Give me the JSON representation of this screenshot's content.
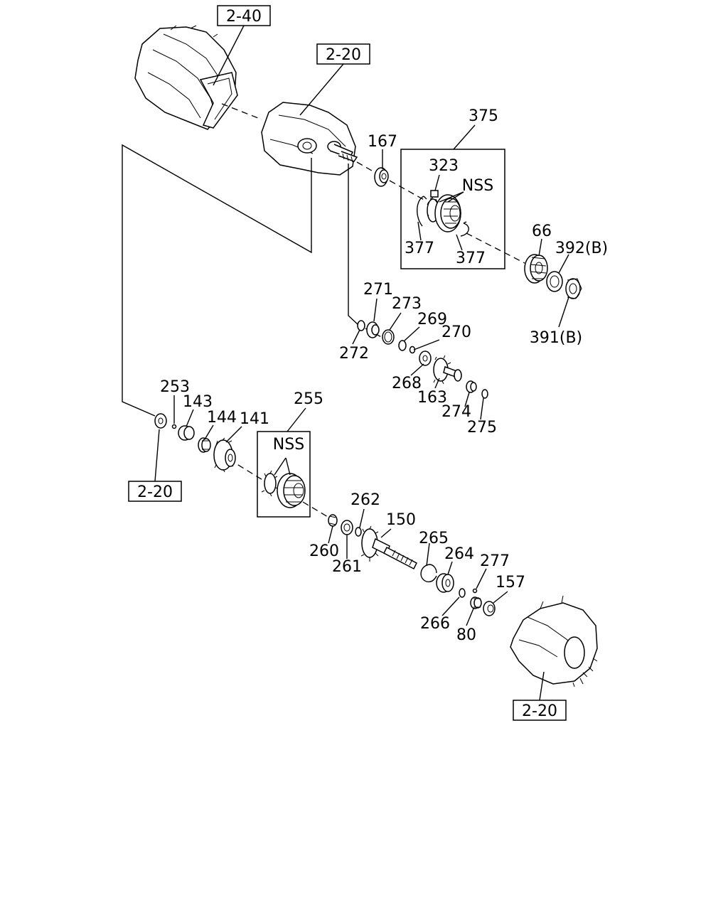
{
  "ref_boxes": {
    "top_left": "2-40",
    "top_center": "2-20",
    "mid_left": "2-20",
    "bottom_right": "2-20"
  },
  "group_labels": {
    "upper_assembly": "375",
    "lower_assembly": "255",
    "upper_nss": "NSS",
    "lower_nss": "NSS"
  },
  "callouts": {
    "p167": "167",
    "p323": "323",
    "p377a": "377",
    "p377b": "377",
    "p66": "66",
    "p392": "392(B)",
    "p391": "391(B)",
    "p271": "271",
    "p273": "273",
    "p269": "269",
    "p270": "270",
    "p272": "272",
    "p268": "268",
    "p163": "163",
    "p274": "274",
    "p275": "275",
    "p253": "253",
    "p143": "143",
    "p144": "144",
    "p141": "141",
    "p262": "262",
    "p150": "150",
    "p260": "260",
    "p261": "261",
    "p265": "265",
    "p264": "264",
    "p277": "277",
    "p157": "157",
    "p266": "266",
    "p80": "80"
  }
}
